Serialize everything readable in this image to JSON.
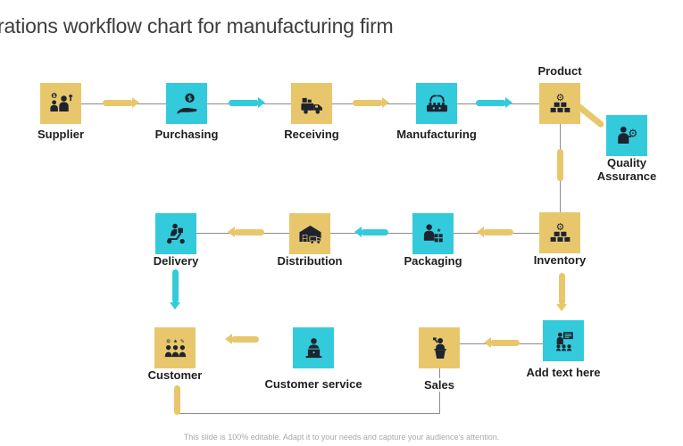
{
  "title": "rations workflow chart for manufacturing firm",
  "footer": "This slide is 100% editable. Adapt it to your needs and capture your audience's attention.",
  "colors": {
    "accent_yellow": "#E8C76C",
    "accent_cyan": "#33CBDC",
    "icon_dark": "#1D2430",
    "connector_gray": "#8C8C8C",
    "label_text": "#1F1F1F",
    "title_text": "#3D3D3D",
    "footer_text": "#A9A9A9"
  },
  "nodes": {
    "supplier": {
      "label": "Supplier",
      "shape_color": "#E8C76C",
      "icon": "supplier-people-dollar-icon"
    },
    "purchasing": {
      "label": "Purchasing",
      "shape_color": "#33CBDC",
      "icon": "hand-coin-icon"
    },
    "receiving": {
      "label": "Receiving",
      "shape_color": "#E8C76C",
      "icon": "truck-boxes-icon"
    },
    "manufacturing": {
      "label": "Manufacturing",
      "shape_color": "#33CBDC",
      "icon": "factory-machine-icon"
    },
    "product": {
      "label": "Product",
      "shape_color": "#E8C76C",
      "icon": "gear-boxes-icon"
    },
    "quality_assurance": {
      "label": "Quality Assurance",
      "shape_color": "#33CBDC",
      "icon": "person-gear-icon"
    },
    "inventory": {
      "label": "Inventory",
      "shape_color": "#E8C76C",
      "icon": "gear-boxes-icon"
    },
    "packaging": {
      "label": "Packaging",
      "shape_color": "#33CBDC",
      "icon": "person-box-icon"
    },
    "distribution": {
      "label": "Distribution",
      "shape_color": "#E8C76C",
      "icon": "warehouse-truck-icon"
    },
    "delivery": {
      "label": "Delivery",
      "shape_color": "#33CBDC",
      "icon": "delivery-scooter-icon"
    },
    "add_text_here": {
      "label": "Add text here",
      "shape_color": "#33CBDC",
      "icon": "presentation-audience-icon"
    },
    "sales": {
      "label": "Sales",
      "shape_color": "#E8C76C",
      "icon": "podium-speaker-icon"
    },
    "customer_service": {
      "label": "Customer service",
      "shape_color": "#33CBDC",
      "icon": "person-laptop-icon"
    },
    "customer": {
      "label": "Customer",
      "shape_color": "#E8C76C",
      "icon": "people-group-icon"
    }
  },
  "flow": [
    {
      "from": "supplier",
      "to": "purchasing",
      "arrow_color": "#E8C76C"
    },
    {
      "from": "purchasing",
      "to": "receiving",
      "arrow_color": "#33CBDC"
    },
    {
      "from": "receiving",
      "to": "manufacturing",
      "arrow_color": "#E8C76C"
    },
    {
      "from": "manufacturing",
      "to": "product",
      "arrow_color": "#33CBDC"
    },
    {
      "from": "product",
      "to": "quality_assurance",
      "arrow_color": "#E8C76C"
    },
    {
      "from": "product",
      "to": "inventory",
      "arrow_color": "#E8C76C"
    },
    {
      "from": "inventory",
      "to": "packaging",
      "arrow_color": "#E8C76C"
    },
    {
      "from": "packaging",
      "to": "distribution",
      "arrow_color": "#33CBDC"
    },
    {
      "from": "distribution",
      "to": "delivery",
      "arrow_color": "#E8C76C"
    },
    {
      "from": "delivery",
      "to": "customer",
      "arrow_color": "#33CBDC"
    },
    {
      "from": "inventory",
      "to": "add_text_here",
      "arrow_color": "#E8C76C"
    },
    {
      "from": "add_text_here",
      "to": "sales",
      "arrow_color": "#E8C76C"
    },
    {
      "from": "sales",
      "to": "customer",
      "arrow_color": "#E8C76C"
    },
    {
      "from": "customer_service",
      "to": "customer",
      "arrow_color": "#E8C76C"
    }
  ]
}
